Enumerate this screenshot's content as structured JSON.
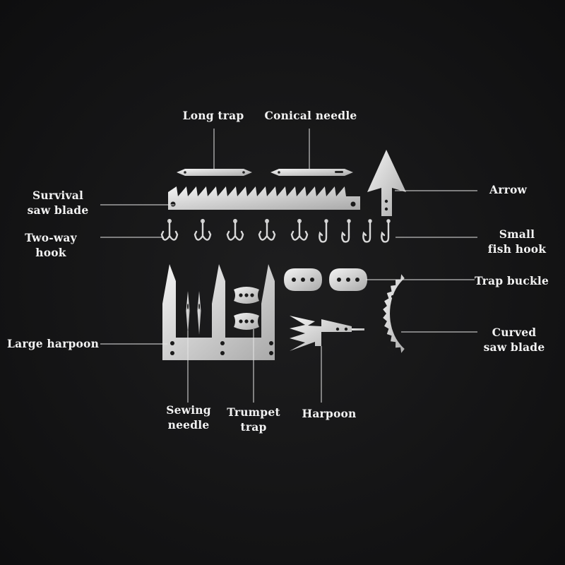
{
  "diagram": {
    "labels": {
      "long_trap": "Long trap",
      "conical_needle": "Conical needle",
      "survival_saw_blade": [
        "Survival",
        "saw blade"
      ],
      "two_way_hook": [
        "Two-way",
        "hook"
      ],
      "arrow": "Arrow",
      "small_fish_hook": [
        "Small",
        "fish hook"
      ],
      "trap_buckle": "Trap buckle",
      "curved_saw_blade": [
        "Curved",
        "saw blade"
      ],
      "large_harpoon": "Large harpoon",
      "sewing_needle": [
        "Sewing",
        "needle"
      ],
      "trumpet_trap": [
        "Trumpet",
        "trap"
      ],
      "harpoon": "Harpoon"
    },
    "colors": {
      "background": "#151516",
      "metal": "#d9d9d9",
      "line": "#e6e6e6",
      "text": "#f2f2f2"
    }
  }
}
